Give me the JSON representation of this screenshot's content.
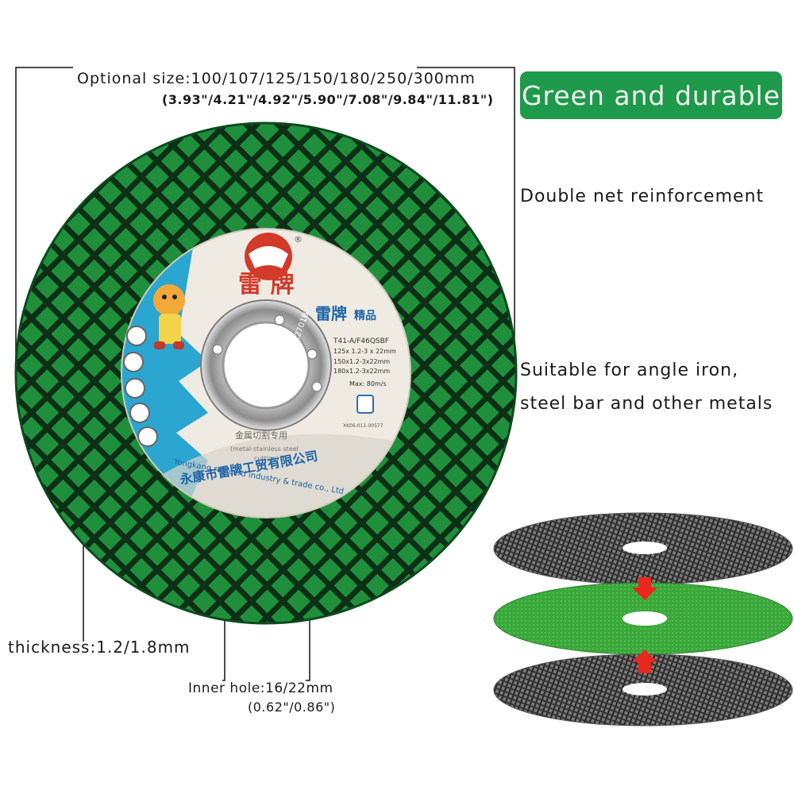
{
  "labels": {
    "optional_size": "Optional size:100/107/125/150/180/250/300mm",
    "optional_size_inches": "(3.93\"/4.21\"/4.92\"/5.90\"/7.08\"/9.84\"/11.81\")",
    "badge": "Green and durable",
    "feature_reinforcement": "Double net reinforcement",
    "feature_suitable_line1": "Suitable for angle iron,",
    "feature_suitable_line2": "steel bar and other metals",
    "thickness": "thickness:1.2/1.8mm",
    "inner_hole": "Inner hole:16/22mm",
    "inner_hole_inches": "(0.62\"/0.86\")"
  },
  "disc_label": {
    "brand": "雷 牌",
    "brand_quality": "雷牌",
    "brand_quality_suffix": "精品",
    "model": "T41-A/F46QSBF",
    "spec1": "125x 1.2-3 x 22mm",
    "spec2": "150x1.2-3x22mm",
    "spec3": "180x1.2-3x22mm",
    "max_speed": "Max: 80m/s",
    "code": "XK06-011-00577",
    "usage_cn": "金属切割专用",
    "usage_en1": "(metal-stainless steel",
    "usage_en2": "cutting)",
    "company_cn": "永康市雷牌工贸有限公司",
    "company_en": "Yongkang ray card industry & trade co., Ltd",
    "serial": "YL2701B",
    "registered": "®"
  },
  "colors": {
    "disc_green": "#1f8f3c",
    "badge_green": "#1f9a4a",
    "label_cream": "#efebe2",
    "label_blue": "#2aa6d0",
    "arrow_red": "#e8281e"
  }
}
